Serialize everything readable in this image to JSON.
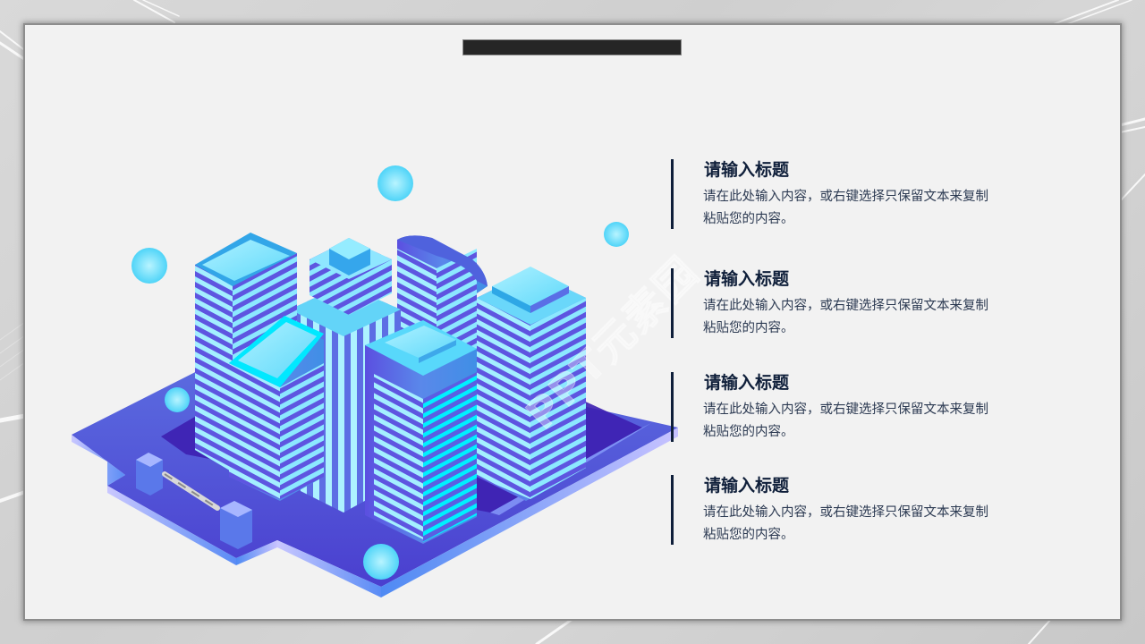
{
  "slide": {
    "title_placeholder": "",
    "watermark": "PPT元素园",
    "items": [
      {
        "heading": "请输入标题",
        "body": "请在此处输入内容，或右键选择只保留文本来复制粘贴您的内容。"
      },
      {
        "heading": "请输入标题",
        "body": "请在此处输入内容，或右键选择只保留文本来复制粘贴您的内容。"
      },
      {
        "heading": "请输入标题",
        "body": "请在此处输入内容，或右键选择只保留文本来复制粘贴您的内容。"
      },
      {
        "heading": "请输入标题",
        "body": "请在此处输入内容，或右键选择只保留文本来复制粘贴您的内容。"
      }
    ]
  },
  "colors": {
    "accent_bar": "#0f1f3a",
    "title_bar": "#262626",
    "card_bg": "#f2f2f2",
    "illustration_primary": "#4f55d8",
    "illustration_light": "#7fe6ff"
  },
  "illustration": {
    "name": "isometric-city-buildings"
  }
}
